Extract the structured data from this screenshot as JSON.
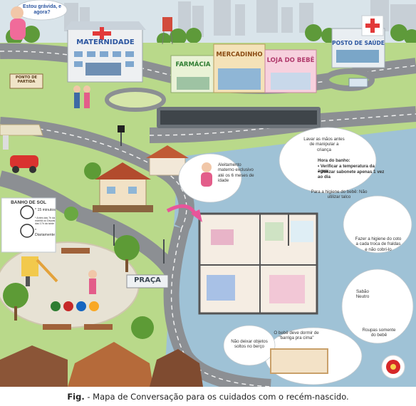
{
  "speech": "Estou grávida, e agora?",
  "signs": {
    "maternidade": "MATERNIDADE",
    "farmacia": "FARMÁCIA",
    "mercadinho": "MERCADINHO",
    "loja_bebe": "LOJA DO BEBÊ",
    "posto_saude": "POSTO DE SAÚDE",
    "ponto_partida": "PONTO DE PARTIDA",
    "praca": "PRAÇA"
  },
  "banho_sol": {
    "title": "BANHO DE SOL",
    "line1": "* 15 minutos",
    "line2": "* Antes das 7h da manhã ou Depois das 17h da tarde",
    "line3": "* Diariamente"
  },
  "bubbles": {
    "aleitamento": "Aleitamento materno exclusivo até os 6 meses de idade",
    "lavar_maos": "Lavar as mãos antes de manipular a criança",
    "hora_banho_title": "Hora do banho:",
    "hora_banho_1": "• Verificar a temperatura da água",
    "hora_banho_2": "• Utilizar sabonete apenas 1 vez ao dia",
    "higiene": "Para a higiene do bebê: Não utilizar talco",
    "coto": "Fazer a higiene do coto a cada troca de fraldas e não cobri-lo",
    "sabao": "Sabão Neutro",
    "roupas": "Roupas somente do bebê",
    "dormir": "O bebê deve dormir de \"barriga pra cima\"",
    "objetos": "Não deixar objetos soltos no berço"
  },
  "caption": {
    "label": "Fig.",
    "text": " - Mapa de Conversação para os cuidados com o recém-nascido."
  },
  "colors": {
    "grass": "#b9d98a",
    "road": "#8c8f93",
    "water": "#9fc2d6",
    "sign_blue": "#2c56a0",
    "bubble": "#ffffff"
  }
}
